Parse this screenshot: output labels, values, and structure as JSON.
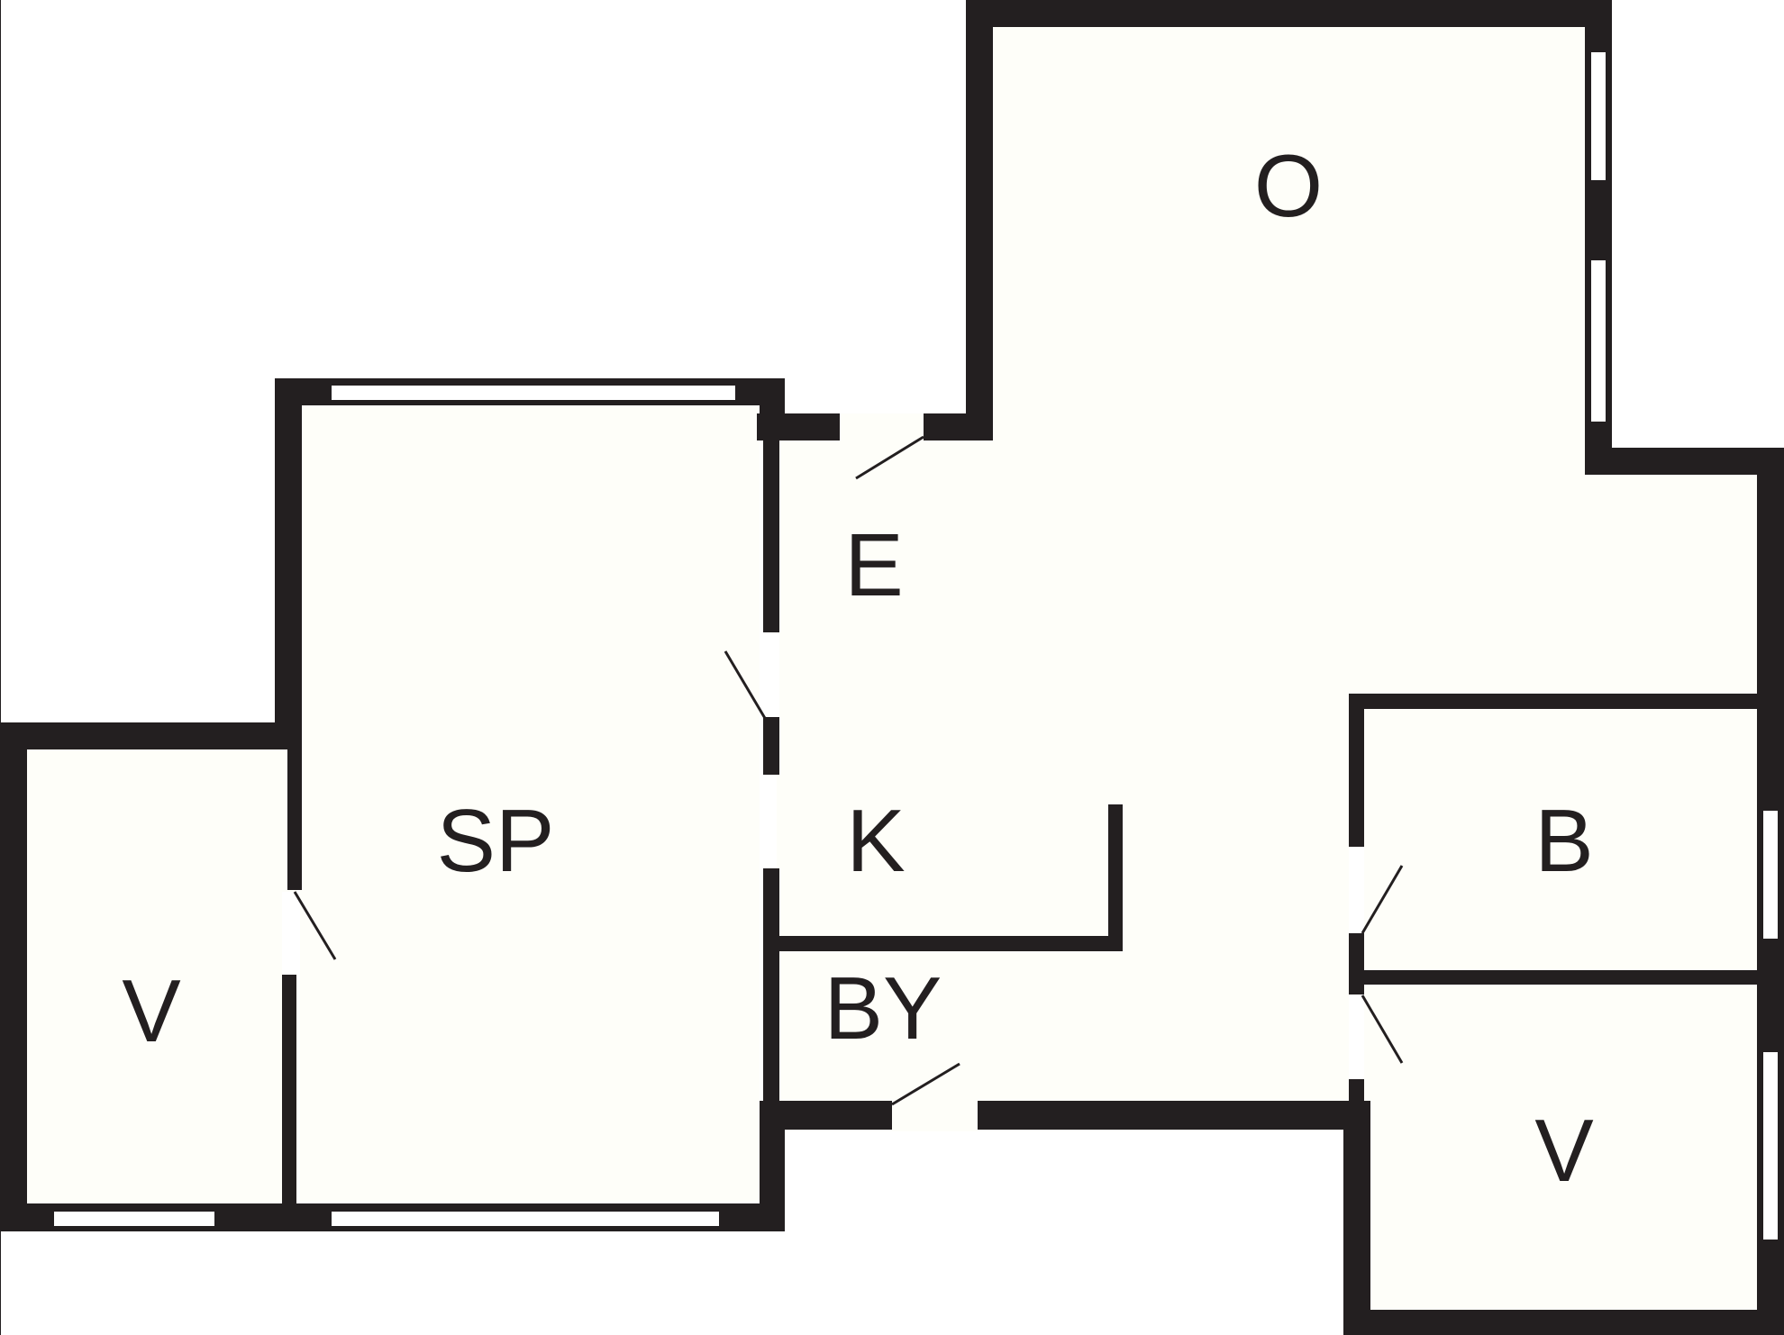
{
  "floorplan": {
    "colors": {
      "wall": "#231f20",
      "floor": "#fefef9",
      "window": "#ffffff",
      "background": "#ffffff"
    },
    "rooms": [
      {
        "id": "o",
        "label": "O"
      },
      {
        "id": "e",
        "label": "E"
      },
      {
        "id": "sp",
        "label": "SP"
      },
      {
        "id": "k",
        "label": "K"
      },
      {
        "id": "by",
        "label": "BY"
      },
      {
        "id": "b",
        "label": "B"
      },
      {
        "id": "v-left",
        "label": "V"
      },
      {
        "id": "v-right",
        "label": "V"
      }
    ]
  }
}
